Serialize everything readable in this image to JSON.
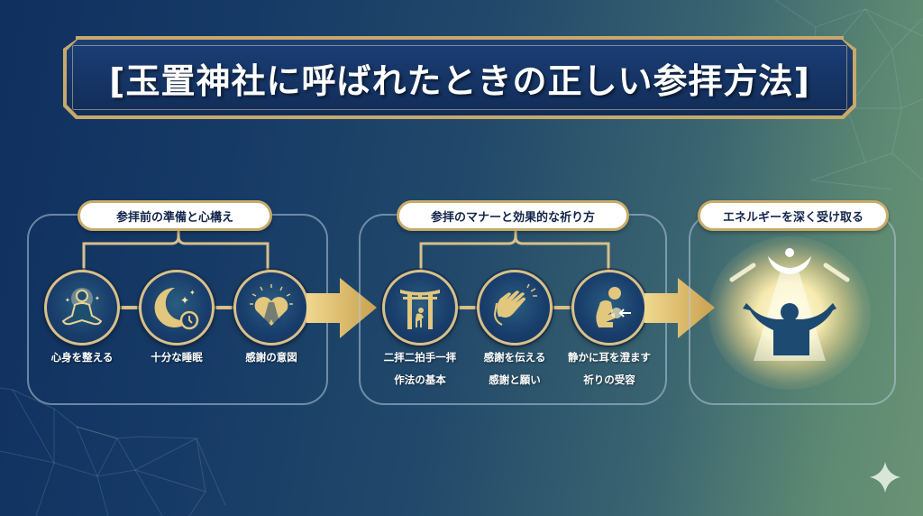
{
  "title": "[玉置神社に呼ばれたときの正しい参拝方法]",
  "colors": {
    "navy": "#12305e",
    "gold": "#d8c089",
    "green": "#6a9275",
    "white": "#ffffff"
  },
  "sections": [
    {
      "label": "参拝前の準備と心構え",
      "items": [
        {
          "icon": "meditation-icon",
          "lines": [
            "心身を整える"
          ]
        },
        {
          "icon": "moon-clock-icon",
          "lines": [
            "十分な睡眠"
          ]
        },
        {
          "icon": "praying-hands-heart-icon",
          "lines": [
            "感謝の意図"
          ]
        }
      ]
    },
    {
      "label": "参拝のマナーと効果的な祈り方",
      "items": [
        {
          "icon": "torii-bow-icon",
          "lines": [
            "二拝二拍手一拝",
            "作法の基本"
          ]
        },
        {
          "icon": "clapping-hands-icon",
          "lines": [
            "感謝を伝える",
            "感謝と願い"
          ]
        },
        {
          "icon": "listening-person-icon",
          "lines": [
            "静かに耳を澄ます",
            "祈りの受容"
          ]
        }
      ]
    },
    {
      "label": "エネルギーを深く受け取る",
      "items": [
        {
          "icon": "receiving-energy-icon",
          "lines": []
        }
      ]
    }
  ],
  "decor": {
    "sparkle_icon": "sparkle-icon"
  }
}
